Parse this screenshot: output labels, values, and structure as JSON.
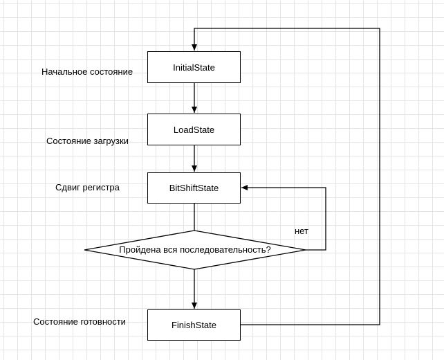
{
  "diagram": {
    "states": {
      "initial": "InitialState",
      "load": "LoadState",
      "bitshift": "BitShiftState",
      "finish": "FinishState"
    },
    "decision": "Пройдена вся последовательность?",
    "labels": {
      "initial": "Начальное состояние",
      "load": "Состояние загрузки",
      "bitshift": "Сдвиг регистра",
      "finish": "Состояние готовности",
      "no": "нет"
    }
  }
}
